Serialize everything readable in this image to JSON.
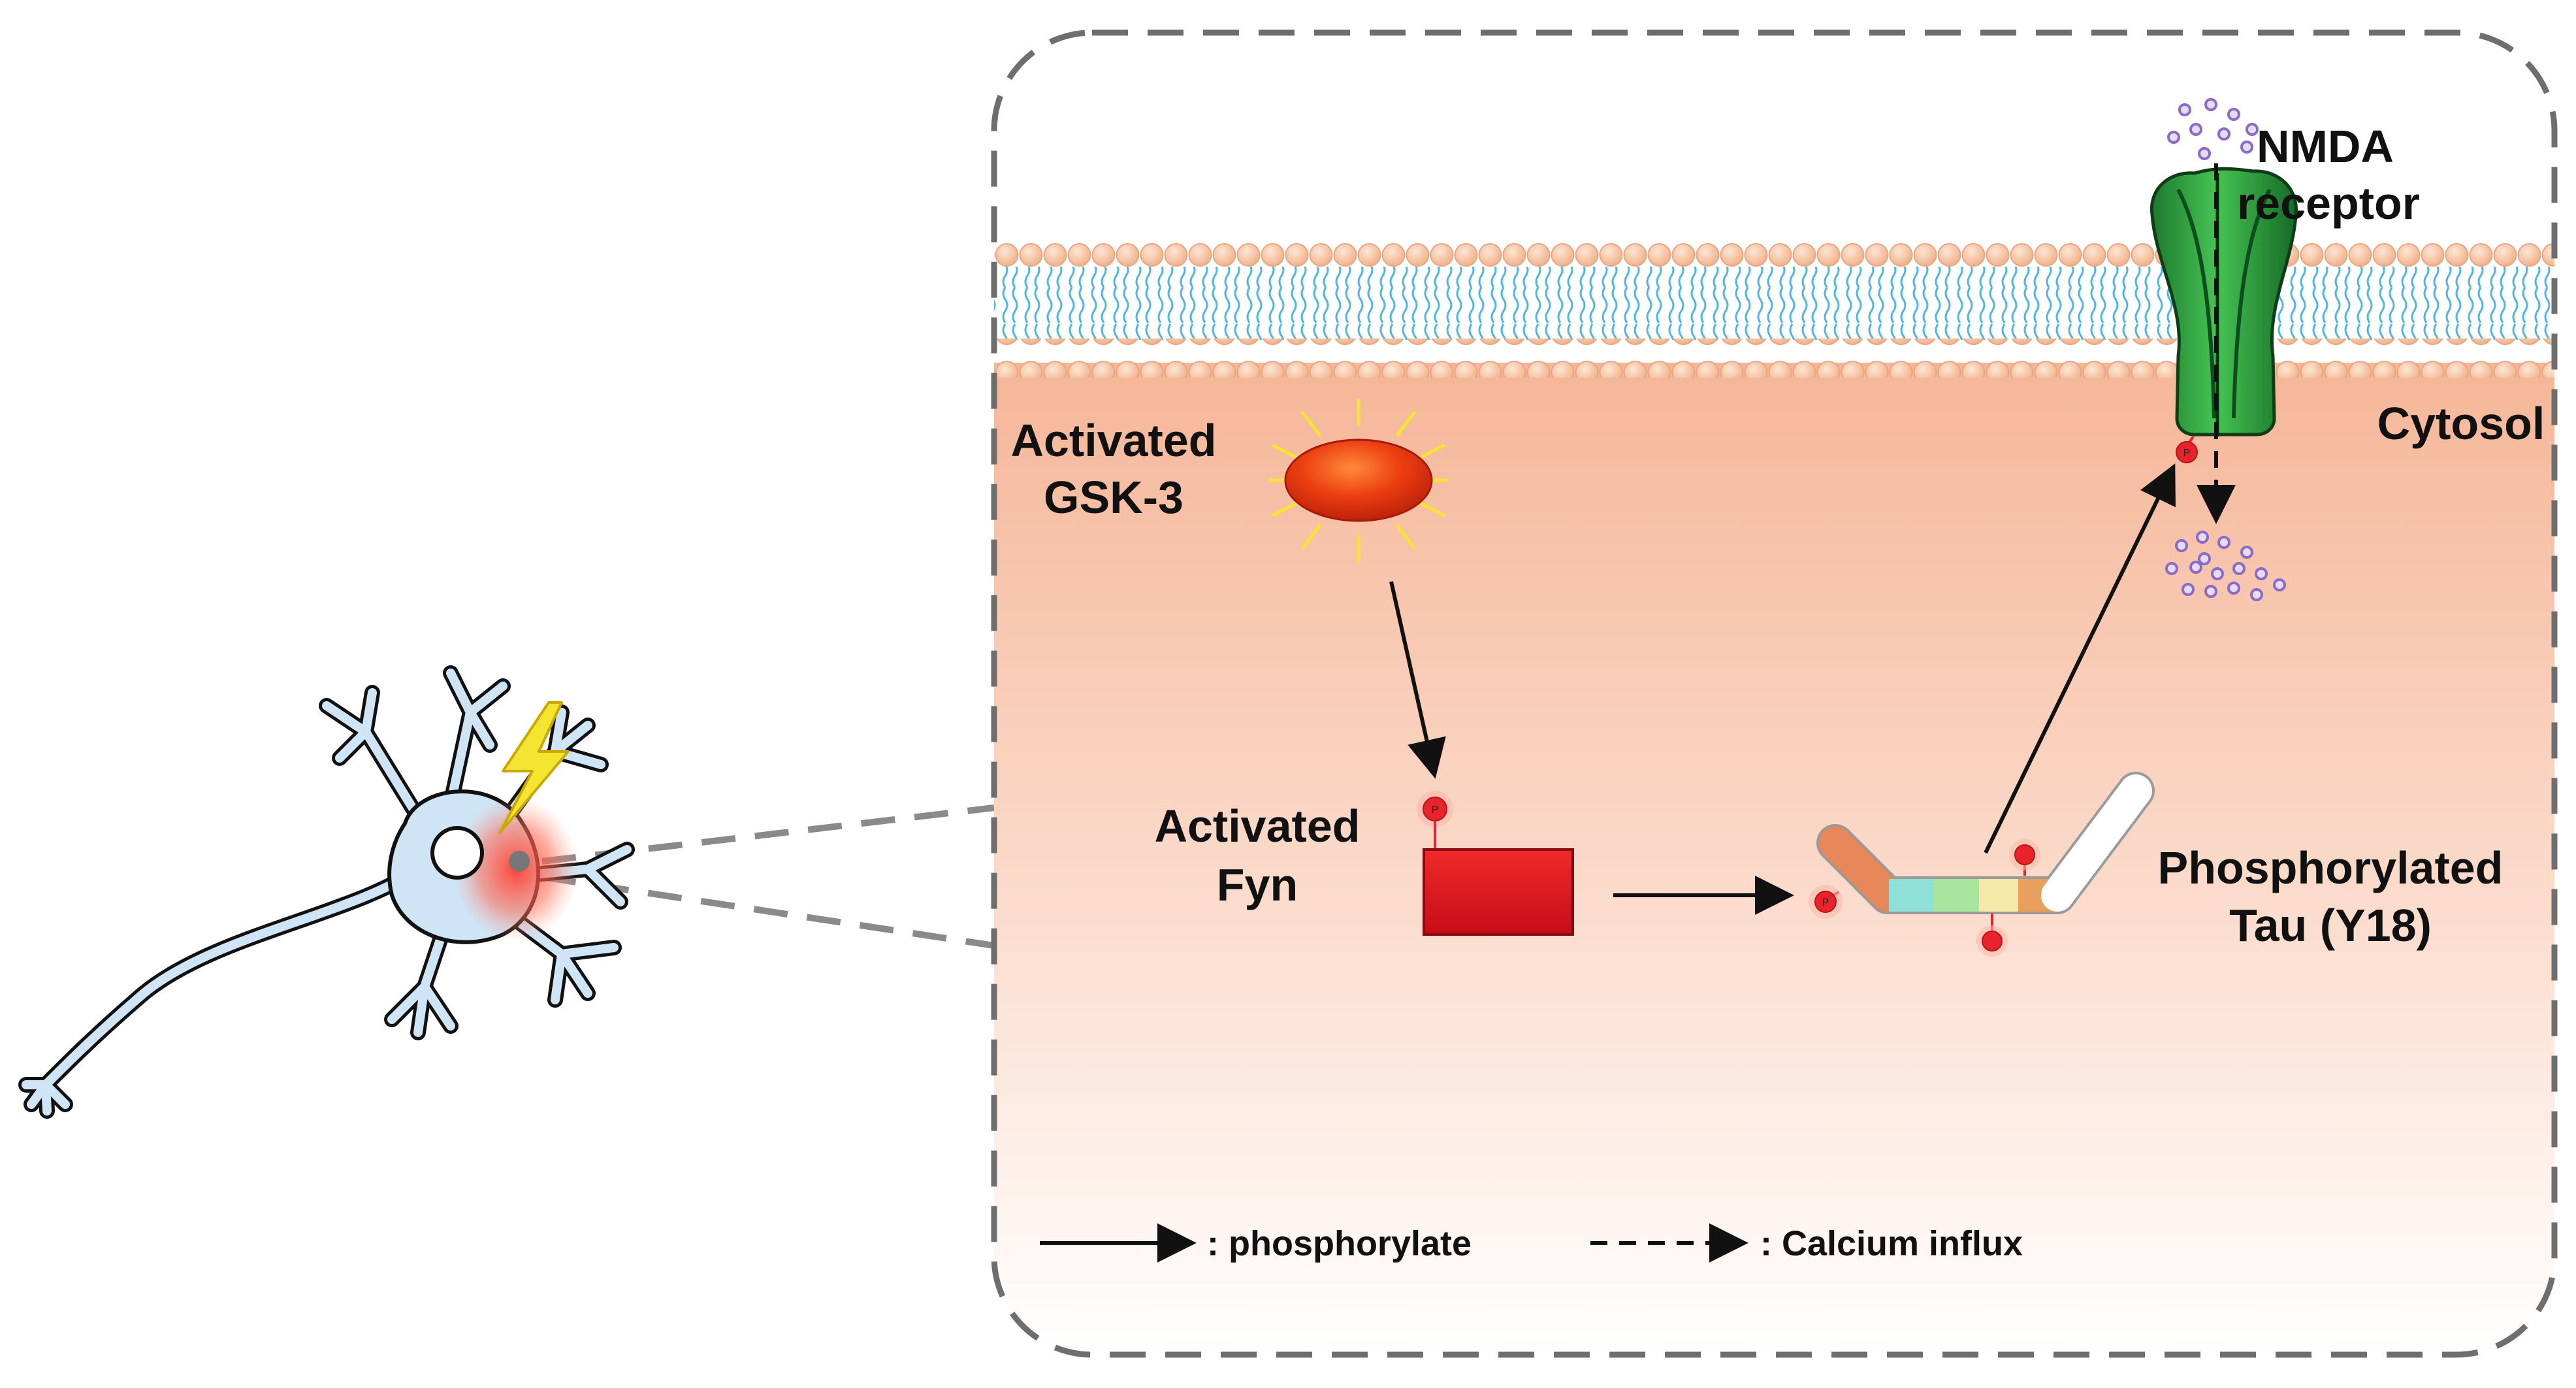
{
  "labels": {
    "nmda_line1": "NMDA",
    "nmda_line2": "receptor",
    "cytosol": "Cytosol",
    "gsk3_line1": "Activated",
    "gsk3_line2": "GSK-3",
    "fyn_line1": "Activated",
    "fyn_line2": "Fyn",
    "tau_line1": "Phosphorylated",
    "tau_line2": "Tau (Y18)",
    "phospho_symbol": "P"
  },
  "legend": {
    "solid_label": ": phosphorylate",
    "dashed_label": ": Calcium influx"
  },
  "colors": {
    "membrane_head": "#f7c7a6",
    "membrane_tail": "#4fb6e6",
    "cytosol_top": "#f6b89b",
    "neuron_fill": "#cfe4f5",
    "gsk3": "#e43b12",
    "fyn": "#e0111b",
    "receptor": "#1e9a3a",
    "calcium": "#9a7bd0",
    "phospho": "#e8232b",
    "lightning": "#f4e530"
  }
}
